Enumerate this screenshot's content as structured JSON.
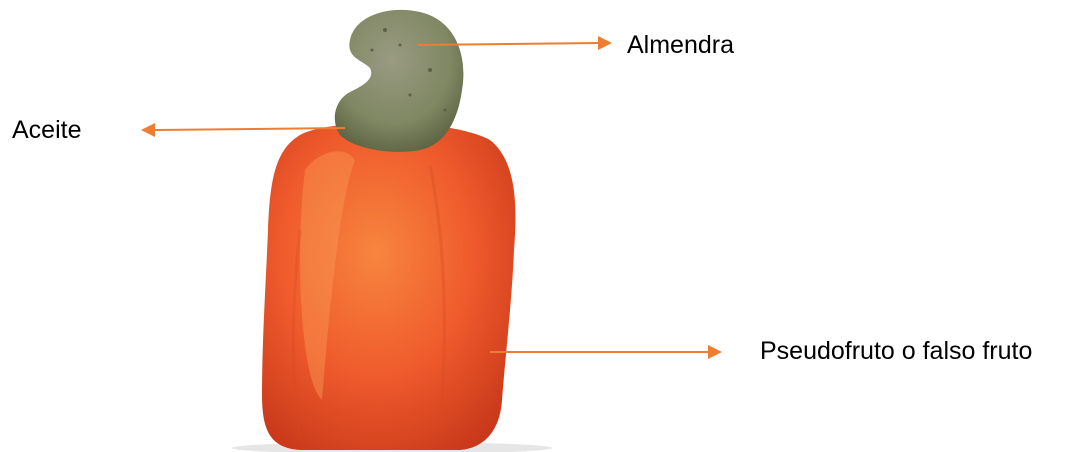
{
  "labels": {
    "almendra": "Almendra",
    "aceite": "Aceite",
    "pseudofruto": "Pseudofruto o falso fruto"
  },
  "colors": {
    "arrow": "#ed7d31",
    "apple_main": "#ef5a2c",
    "apple_light": "#f7853e",
    "apple_dark": "#c8381a",
    "nut_main": "#7f8763",
    "nut_light": "#9a9b82",
    "nut_dark": "#545a3a"
  }
}
